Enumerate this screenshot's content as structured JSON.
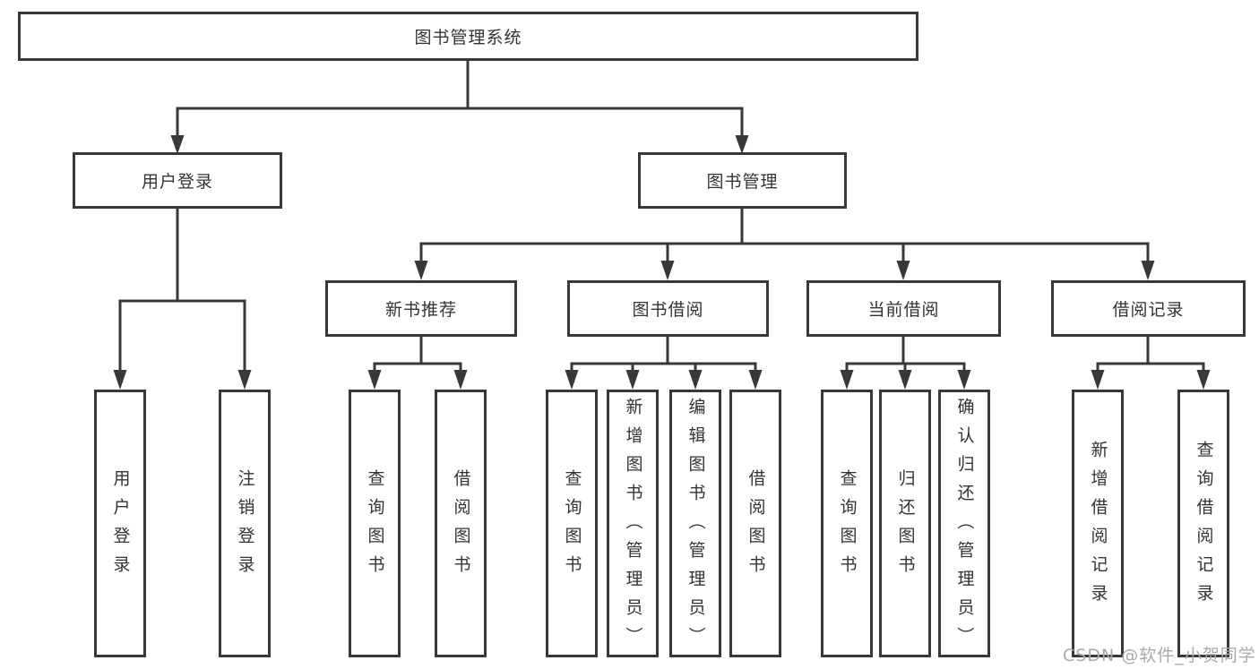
{
  "diagram_title": "图书管理系统",
  "watermark": "CSDN @软件_小贺同学",
  "colors": {
    "line": "#383838",
    "border": "#383838",
    "text": "#333333",
    "watermark": "#a9a9a9",
    "background": "#ffffff"
  },
  "nodes": {
    "root": {
      "label": "图书管理系统"
    },
    "userLogin": {
      "label": "用户登录"
    },
    "bookMgmt": {
      "label": "图书管理"
    },
    "newBookRec": {
      "label": "新书推荐"
    },
    "bookBorrow": {
      "label": "图书借阅"
    },
    "currentBorrow": {
      "label": "当前借阅"
    },
    "borrowRecords": {
      "label": "借阅记录"
    },
    "leafUserLogin": {
      "label": "用户登录"
    },
    "leafLogout": {
      "label": "注销登录"
    },
    "leafQueryBooks1": {
      "label": "查询图书"
    },
    "leafBorrowBooks1": {
      "label": "借阅图书"
    },
    "leafQueryBooks2": {
      "label": "查询图书"
    },
    "leafAddBooks": {
      "label": "新增图书（管理员）"
    },
    "leafEditBooks": {
      "label": "编辑图书（管理员）"
    },
    "leafBorrowBooks2": {
      "label": "借阅图书"
    },
    "leafQueryBooks3": {
      "label": "查询图书"
    },
    "leafReturnBooks": {
      "label": "归还图书"
    },
    "leafConfirmReturn": {
      "label": "确认归还（管理员）"
    },
    "leafAddRecord": {
      "label": "新增借阅记录"
    },
    "leafQueryRecord": {
      "label": "查询借阅记录"
    }
  },
  "hierarchy": {
    "图书管理系统": {
      "用户登录": [
        "用户登录",
        "注销登录"
      ],
      "图书管理": {
        "新书推荐": [
          "查询图书",
          "借阅图书"
        ],
        "图书借阅": [
          "查询图书",
          "新增图书（管理员）",
          "编辑图书（管理员）",
          "借阅图书"
        ],
        "当前借阅": [
          "查询图书",
          "归还图书",
          "确认归还（管理员）"
        ],
        "借阅记录": [
          "新增借阅记录",
          "查询借阅记录"
        ]
      }
    }
  }
}
